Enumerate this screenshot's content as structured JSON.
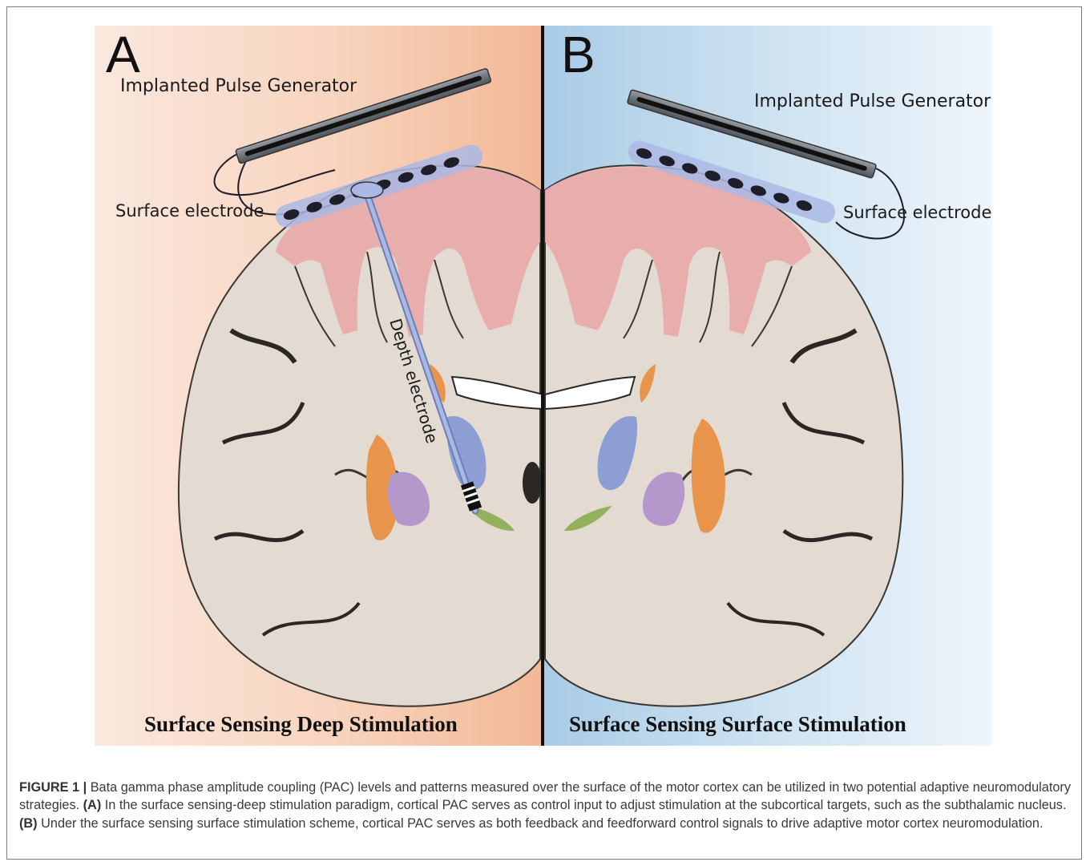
{
  "panel_a": {
    "letter": "A",
    "generator_label": "Implanted Pulse Generator",
    "surface_electrode_label": "Surface electrode",
    "depth_electrode_label": "Depth electrode",
    "bottom_title": "Surface Sensing Deep Stimulation"
  },
  "panel_b": {
    "letter": "B",
    "generator_label": "Implanted Pulse Generator",
    "surface_electrode_label": "Surface electrode",
    "bottom_title": "Surface Sensing Surface Stimulation"
  },
  "colors": {
    "panel_a_background": "#f5c3a5",
    "panel_b_background": "#bcd8ec",
    "cortex_pink": "#e8a9aa",
    "brain_tissue": "#e3dbd2",
    "sulci_dark": "#2a2724",
    "striatum_orange": "#e8944a",
    "globus_pallidus_blue": "#8c9ed4",
    "thalamus_purple": "#b498cc",
    "subthalamic_green": "#93b15c",
    "electrode_blue": "#aab8e4"
  },
  "caption": {
    "figure_label": "FIGURE 1 |",
    "intro": " Bata gamma phase amplitude coupling (PAC) levels and patterns measured over the surface of the motor cortex can be utilized in two potential adaptive neuromodulatory strategies. ",
    "label_a": "(A)",
    "text_a": " In the surface sensing-deep stimulation paradigm, cortical PAC serves as control input to adjust stimulation at the subcortical targets, such as the subthalamic nucleus. ",
    "label_b": "(B)",
    "text_b": " Under the surface sensing surface stimulation scheme, cortical PAC serves as both feedback and feedforward control signals to drive adaptive motor cortex neuromodulation."
  }
}
